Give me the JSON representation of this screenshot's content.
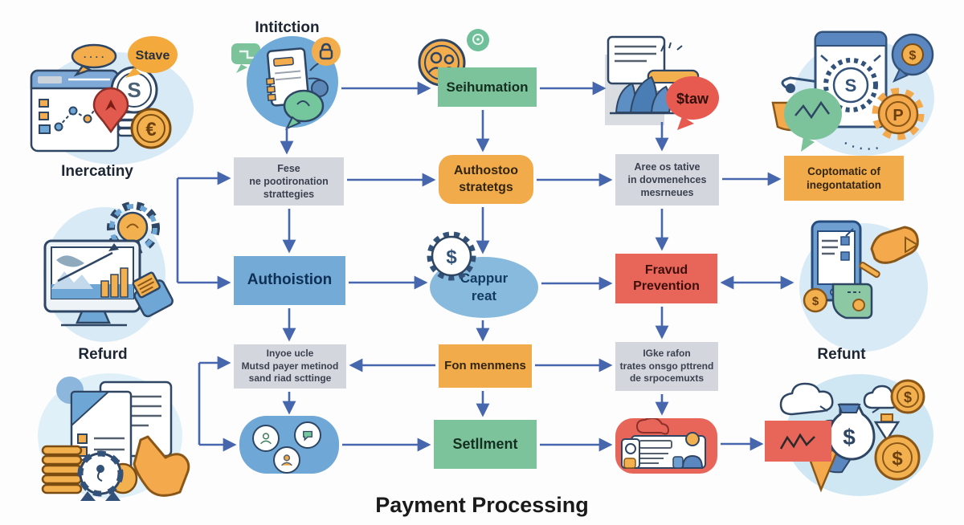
{
  "title": "Payment Processing",
  "labels": {
    "intitction": "Intitction",
    "inercatiny": "Inercatiny",
    "refurd": "Refurd",
    "refunt": "Refunt",
    "stave": "Stave",
    "staw": "$taw"
  },
  "flow": {
    "seihumation": {
      "label": "Seihumation"
    },
    "fese": {
      "lines": [
        "Fese",
        "ne pootironation",
        "strattegies"
      ]
    },
    "authostoo": {
      "lines": [
        "Authostoo",
        "stratetgs"
      ]
    },
    "aree": {
      "lines": [
        "Aree os tative",
        "in dovmenehces",
        "mesrneues"
      ]
    },
    "coptomatic": {
      "lines": [
        "Coptomatic of",
        "inegontatation"
      ]
    },
    "authoistion": {
      "label": "Authoistion"
    },
    "cappur": {
      "lines": [
        "Cappur",
        "reat"
      ]
    },
    "fravud": {
      "lines": [
        "Fravud",
        "Prevention"
      ]
    },
    "inyoe": {
      "lines": [
        "Inyoe ucle",
        "Mutsd payer metinod",
        "sand riad scttinge"
      ]
    },
    "fon_menmens": {
      "label": "Fon menmens"
    },
    "igke": {
      "lines": [
        "IGke rafon",
        "trates onsgo pttrend",
        "de srpocemuxts"
      ]
    },
    "setllment": {
      "label": "Setllment"
    }
  },
  "glyphs": {
    "dollar": "$",
    "euro": "€",
    "s_coin": "S",
    "p_coin": "P",
    "dots": "· · · ·"
  },
  "colors": {
    "arrow": "#4667ad",
    "box_gray": "#d3d6dc",
    "box_green": "#7cc39c",
    "box_orange": "#f2ab4a",
    "box_blue": "#74abd6",
    "box_red": "#e8655a",
    "ellipse_blue": "#88badd",
    "text_dark": "#1d2633"
  }
}
